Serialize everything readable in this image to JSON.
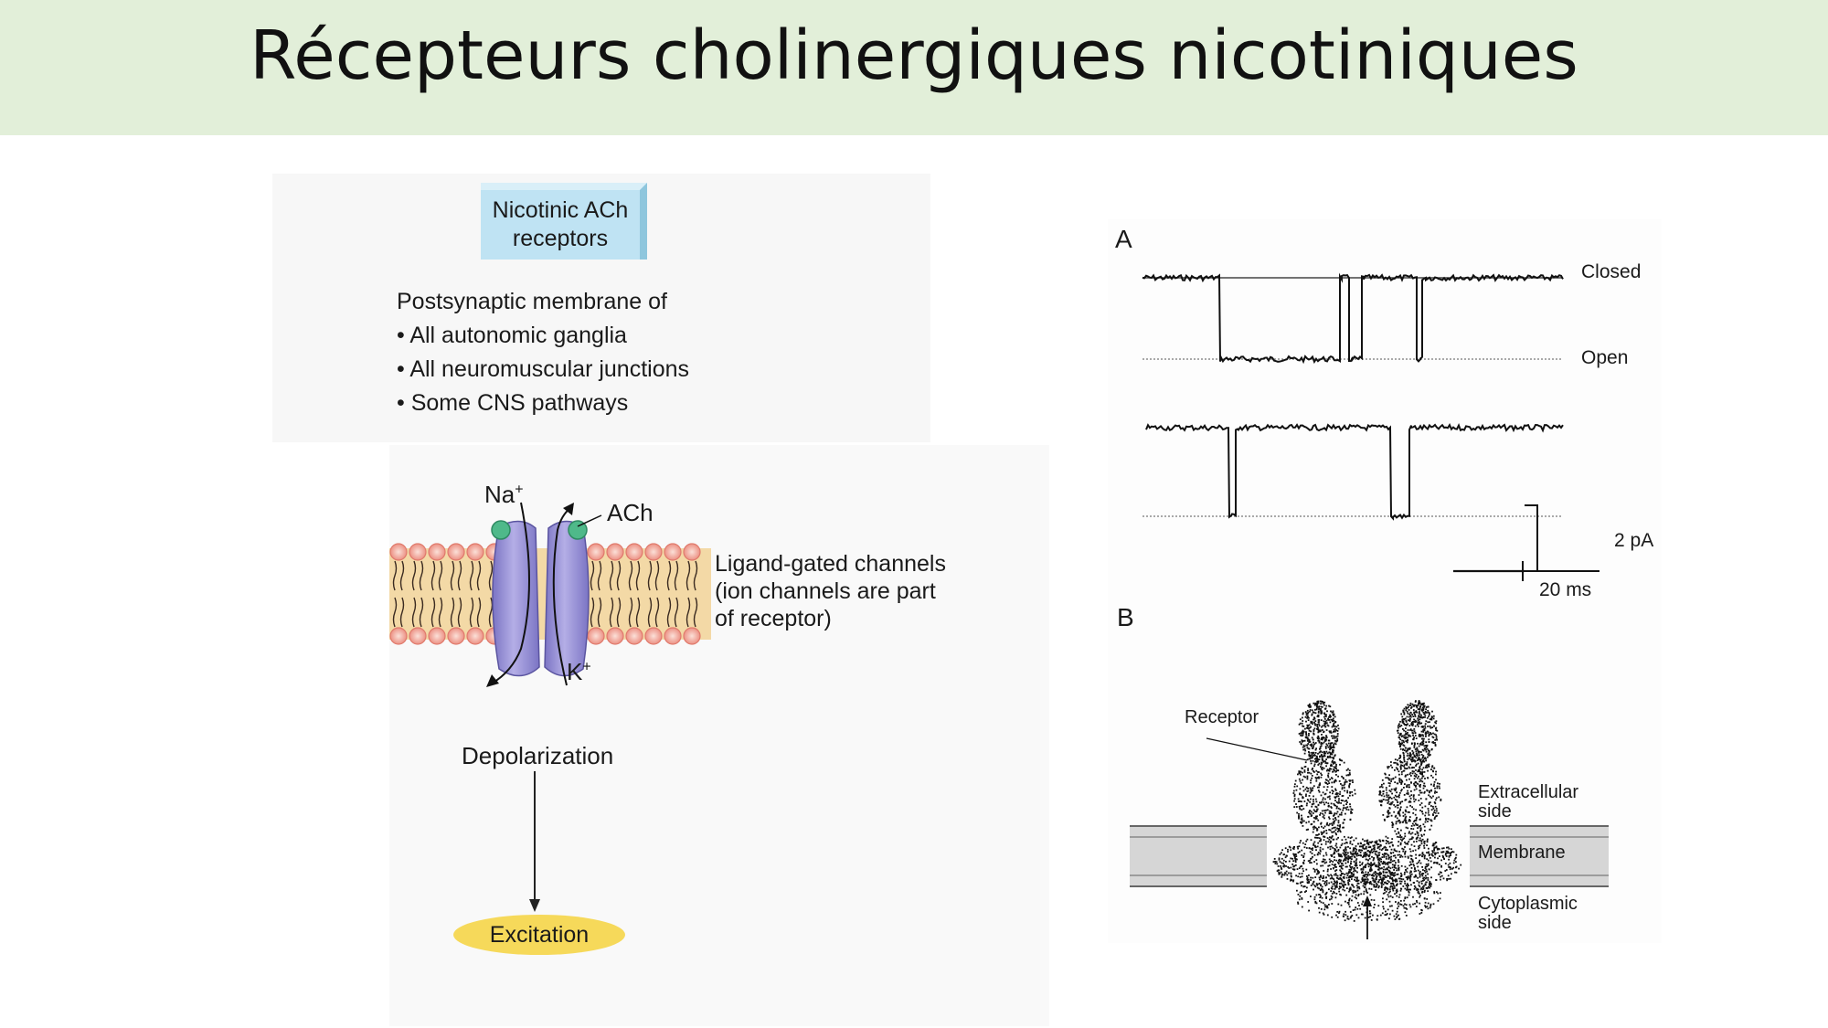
{
  "slide": {
    "title": "Récepteurs cholinergiques nicotiniques"
  },
  "left_figure": {
    "receptor_box": {
      "line1": "Nicotinic ACh",
      "line2": "receptors"
    },
    "location_list": {
      "heading": "Postsynaptic membrane of",
      "items": [
        "• All autonomic ganglia",
        "• All neuromuscular junctions",
        "• Some CNS pathways"
      ]
    },
    "channel": {
      "na_label": "Na",
      "na_sup": "+",
      "k_label": "K",
      "k_sup": "+",
      "ach_label": "ACh",
      "description": [
        "Ligand-gated channels",
        "(ion channels are part",
        "of receptor)"
      ]
    },
    "flow": {
      "depolarization": "Depolarization",
      "excitation": "Excitation"
    },
    "colors": {
      "lipid_head": "#f4a9a0",
      "lipid_core": "#f3d9a6",
      "channel": "#9b95d6",
      "ach_ball": "#4fb98a",
      "excitation_fill": "#f6d95a",
      "box_fill": "#bfe3f3"
    }
  },
  "right_figure": {
    "panel_a": {
      "letter": "A",
      "closed_label": "Closed",
      "open_label": "Open",
      "scale_current": "2 pA",
      "scale_time": "20 ms"
    },
    "panel_b": {
      "letter": "B",
      "receptor_label": "Receptor",
      "extracellular_label": [
        "Extracellular",
        "side"
      ],
      "membrane_label": "Membrane",
      "cytoplasmic_label": [
        "Cytoplasmic",
        "side"
      ]
    }
  }
}
